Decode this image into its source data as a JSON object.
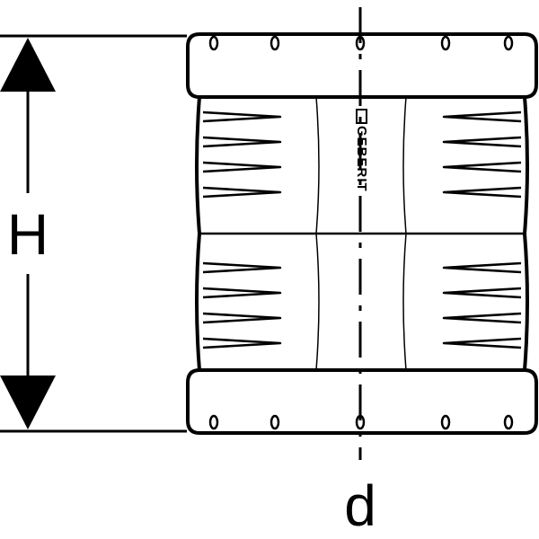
{
  "dimensions": {
    "height_label": "H",
    "diameter_label": "d"
  },
  "logo": {
    "text": "GEBERIT"
  },
  "colors": {
    "line": "#000000",
    "background": "#ffffff"
  }
}
